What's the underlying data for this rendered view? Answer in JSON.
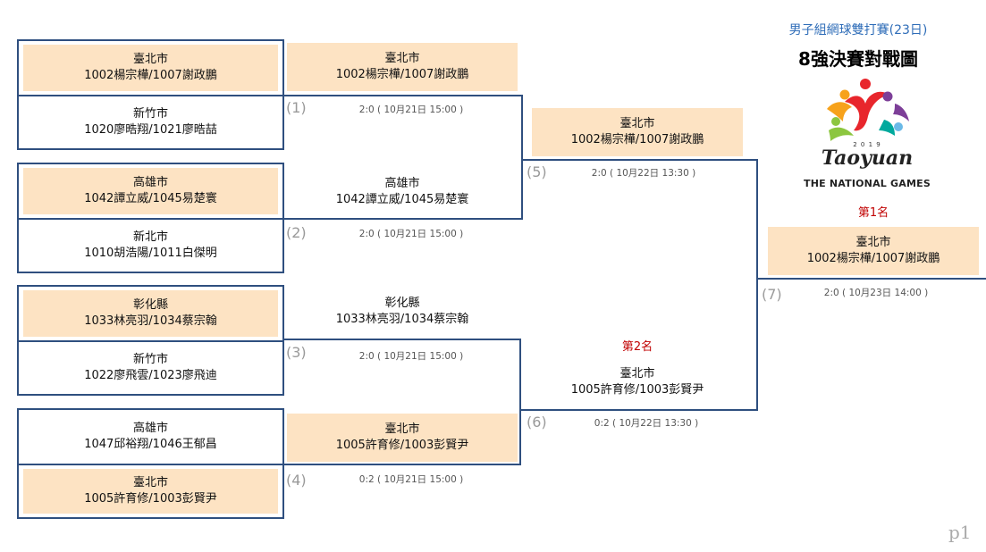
{
  "header": {
    "subtitle": "男子組網球雙打賽(23日)",
    "title": "8強決賽對戰圖"
  },
  "logo": {
    "year": "2 0 1 9",
    "wordmark": "Taoyuan",
    "tagline": "THE NATIONAL GAMES",
    "colors": [
      "#e8262c",
      "#f7a21b",
      "#8cc63f",
      "#00a99d",
      "#6ab9e7",
      "#7d3f98"
    ]
  },
  "entrants": [
    {
      "city": "臺北市",
      "players": "1002楊宗樺/1007謝政鵬",
      "highlight": true
    },
    {
      "city": "新竹市",
      "players": "1020廖晧翔/1021廖晧喆",
      "highlight": false
    },
    {
      "city": "高雄市",
      "players": "1042譚立威/1045易楚寰",
      "highlight": true
    },
    {
      "city": "新北市",
      "players": "1010胡浩陽/1011白傑明",
      "highlight": false
    },
    {
      "city": "彰化縣",
      "players": "1033林亮羽/1034蔡宗翰",
      "highlight": true
    },
    {
      "city": "新竹市",
      "players": "1022廖飛雲/1023廖飛迪",
      "highlight": false
    },
    {
      "city": "高雄市",
      "players": "1047邱裕翔/1046王郁昌",
      "highlight": false
    },
    {
      "city": "臺北市",
      "players": "1005許育修/1003彭賢尹",
      "highlight": true
    }
  ],
  "matches": [
    {
      "no": "(1)",
      "winner_city": "臺北市",
      "winner_players": "1002楊宗樺/1007謝政鵬",
      "score": "2:0 ( 10月21日 15:00 )"
    },
    {
      "no": "(2)",
      "winner_city": "高雄市",
      "winner_players": "1042譚立威/1045易楚寰",
      "score": "2:0 ( 10月21日 15:00 )"
    },
    {
      "no": "(3)",
      "winner_city": "彰化縣",
      "winner_players": "1033林亮羽/1034蔡宗翰",
      "score": "2:0 ( 10月21日 15:00 )"
    },
    {
      "no": "(4)",
      "winner_city": "臺北市",
      "winner_players": "1005許育修/1003彭賢尹",
      "score": "0:2 ( 10月21日 15:00 )"
    },
    {
      "no": "(5)",
      "winner_city": "臺北市",
      "winner_players": "1002楊宗樺/1007謝政鵬",
      "score": "2:0 ( 10月22日 13:30 )"
    },
    {
      "no": "(6)",
      "winner_city": "臺北市",
      "winner_players": "1005許育修/1003彭賢尹",
      "score": "0:2 ( 10月22日 13:30 )"
    },
    {
      "no": "(7)",
      "winner_city": "臺北市",
      "winner_players": "1002楊宗樺/1007謝政鵬",
      "score": "2:0 ( 10月23日 14:00 )"
    }
  ],
  "placings": {
    "first": "第1名",
    "second": "第2名"
  },
  "page_number": "p1"
}
